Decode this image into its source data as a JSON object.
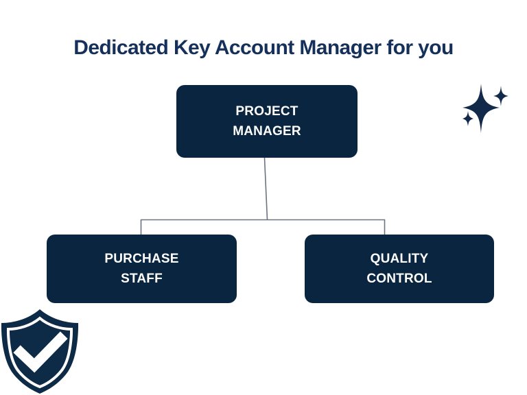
{
  "page": {
    "title": "Dedicated Key Account Manager for you",
    "background_color": "#ffffff"
  },
  "colors": {
    "node_fill": "#0a2540",
    "node_text": "#ffffff",
    "title_text": "#15305a",
    "connector_line": "#6b7280",
    "decor_navy": "#12294a",
    "shield_fill": "#0d2a47",
    "shield_check": "#ffffff"
  },
  "chart_data": {
    "type": "org-chart",
    "title": "Dedicated Key Account Manager for you",
    "nodes": [
      {
        "id": "project-manager",
        "lines": [
          "PROJECT",
          "MANAGER"
        ],
        "level": 0
      },
      {
        "id": "purchase-staff",
        "lines": [
          "PURCHASE",
          "STAFF"
        ],
        "level": 1
      },
      {
        "id": "quality-control",
        "lines": [
          "QUALITY",
          "CONTROL"
        ],
        "level": 1
      }
    ],
    "edges": [
      {
        "from": "project-manager",
        "to": "purchase-staff"
      },
      {
        "from": "project-manager",
        "to": "quality-control"
      }
    ]
  },
  "decorations": {
    "sparkle_icon": "sparkle-cluster-icon",
    "shield_icon": "shield-check-icon"
  }
}
